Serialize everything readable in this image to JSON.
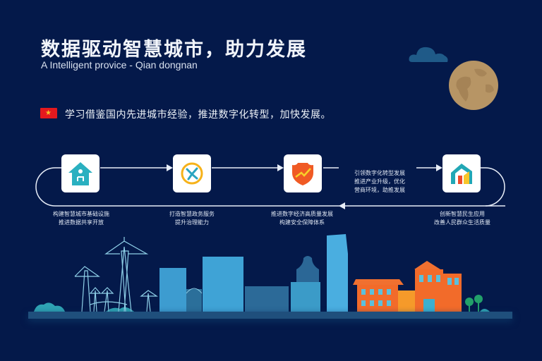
{
  "header": {
    "title": "数据驱动智慧城市，助力发展",
    "subtitle": "A Intelligent provice - Qian dongnan"
  },
  "intro": {
    "flag_icon": "china-flag-icon",
    "text": "学习借鉴国内先进城市经验，推进数字化转型，加快发展。"
  },
  "steps": [
    {
      "icon": "smart-home-icon",
      "label_lines": [
        "构建智慧城市基础设施",
        "推进数据共享开放"
      ]
    },
    {
      "icon": "tools-icon",
      "label_lines": [
        "打造智慧政务服务",
        "提升治理能力"
      ]
    },
    {
      "icon": "shield-growth-icon",
      "label_lines": [
        "推进数字经济高质量发展",
        "构建安全保障体系"
      ]
    },
    {
      "icon": "colorful-house-icon",
      "label_lines": [
        "创新智慧民生应用",
        "改善人民群众生活质量"
      ]
    }
  ],
  "side_note": {
    "lines": [
      "引领数字化转型发展",
      "推进产业升级，优化",
      "营商环境，助推发展"
    ]
  },
  "colors": {
    "background": "#04194a",
    "building_blue": "#3b9bd0",
    "building_orange": "#f26b2a",
    "moon": "#b79565",
    "icon_teal": "#2ab0c0"
  }
}
